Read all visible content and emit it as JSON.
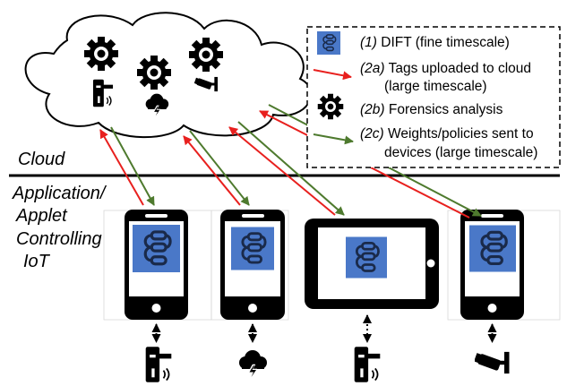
{
  "labels": {
    "cloud": "Cloud",
    "app_line1": "Application/",
    "app_line2": "Applet",
    "app_line3": "Controlling",
    "app_line4": "IoT"
  },
  "legend": {
    "item1_num": "(1)",
    "item1_text": "DIFT (fine timescale)",
    "item2a_num": "(2a)",
    "item2a_text_line1": "Tags uploaded to cloud",
    "item2a_text_line2": "(large timescale)",
    "item2b_num": "(2b)",
    "item2b_text": "Forensics analysis",
    "item2c_num": "(2c)",
    "item2c_text_line1": "Weights/policies sent to",
    "item2c_text_line2": "devices (large timescale)"
  },
  "colors": {
    "upload_arrow": "#e8201e",
    "download_arrow": "#4e7a2e",
    "dift_box": "#4a78c8",
    "device": "#000000"
  },
  "icons": {
    "cloud_services": [
      "gear-icon",
      "gear-icon",
      "gear-icon",
      "door-lock-icon",
      "weather-icon",
      "camera-icon"
    ],
    "devices": [
      "smartphone-icon",
      "smartphone-icon",
      "tablet-icon",
      "smartphone-icon"
    ],
    "iot": [
      "door-lock-icon",
      "weather-icon",
      "door-lock-icon",
      "camera-icon"
    ]
  }
}
